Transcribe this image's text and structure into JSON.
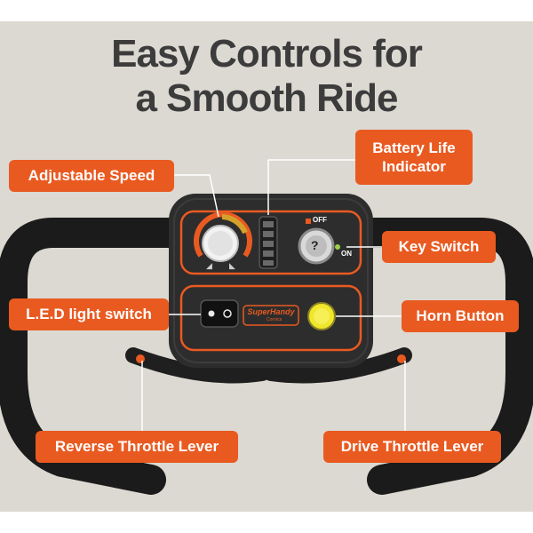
{
  "headline": {
    "line1": "Easy Controls for",
    "line2": "a Smooth Ride"
  },
  "callouts": {
    "adjustable_speed": "Adjustable Speed",
    "battery_line1": "Battery Life",
    "battery_line2": "Indicator",
    "key_switch": "Key Switch",
    "led_switch": "L.E.D light switch",
    "horn_button": "Horn Button",
    "reverse_lever": "Reverse Throttle Lever",
    "drive_lever": "Drive Throttle Lever"
  },
  "panel": {
    "off_label": "OFF",
    "on_label": "ON",
    "key_symbol": "?",
    "brand": "SuperHandy",
    "brand_sub": "Cornica"
  },
  "colors": {
    "accent": "#e95a21",
    "background": "#dcd9d2",
    "panel": "#2a2a2a",
    "horn": "#f0e62a"
  }
}
